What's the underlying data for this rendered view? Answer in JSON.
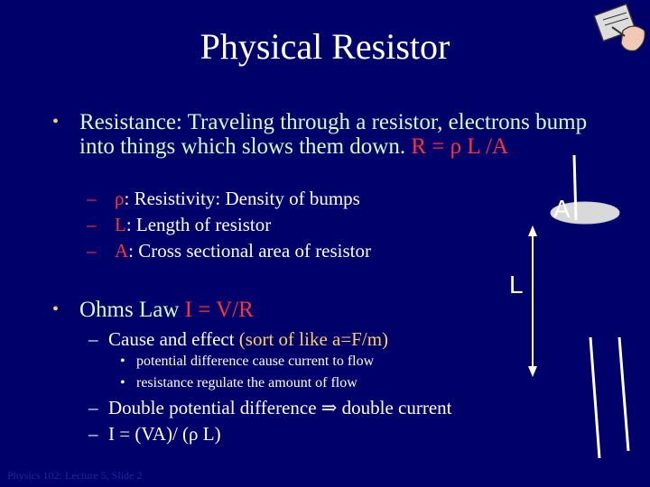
{
  "slide": {
    "title": "Physical Resistor",
    "bullet1": {
      "prefix": "Resistance: Traveling through a resistor, electrons bump into things which slows them down.  ",
      "formula": "R = ρ L /A"
    },
    "sub_items": [
      {
        "dash": "–",
        "symbol": "ρ",
        "rest": ": Resistivity: Density of bumps"
      },
      {
        "dash": "–",
        "symbol": "L",
        "rest": ": Length of resistor"
      },
      {
        "dash": "–",
        "symbol": "A",
        "rest": ": Cross sectional area of resistor"
      }
    ],
    "bullet2": {
      "prefix": "Ohms Law ",
      "formula": "I = V/R"
    },
    "ohm_sub1": {
      "dash": "–",
      "prefix": "Cause and effect ",
      "highlight": "(sort of like a=F/m)"
    },
    "ohm_points": [
      {
        "dot": "•",
        "text": "potential difference cause current to flow"
      },
      {
        "dot": "•",
        "text": "resistance regulate the amount of flow"
      }
    ],
    "ohm_sub2": [
      {
        "dash": "–",
        "text": "Double potential difference ⇒ double current"
      },
      {
        "dash": "–",
        "text": "I = (VA)/ (ρ L)"
      }
    ],
    "bullet_symbol": "•",
    "diagram": {
      "label_A": "A",
      "label_L": "L"
    },
    "footer": "Physics 102: Lecture 5, Slide 2"
  },
  "colors": {
    "background": "#00006b",
    "title": "#ffffff",
    "bullet_text": "#ccffcc",
    "accent_red": "#ff3333",
    "bullet_marker": "#ffcc66"
  }
}
